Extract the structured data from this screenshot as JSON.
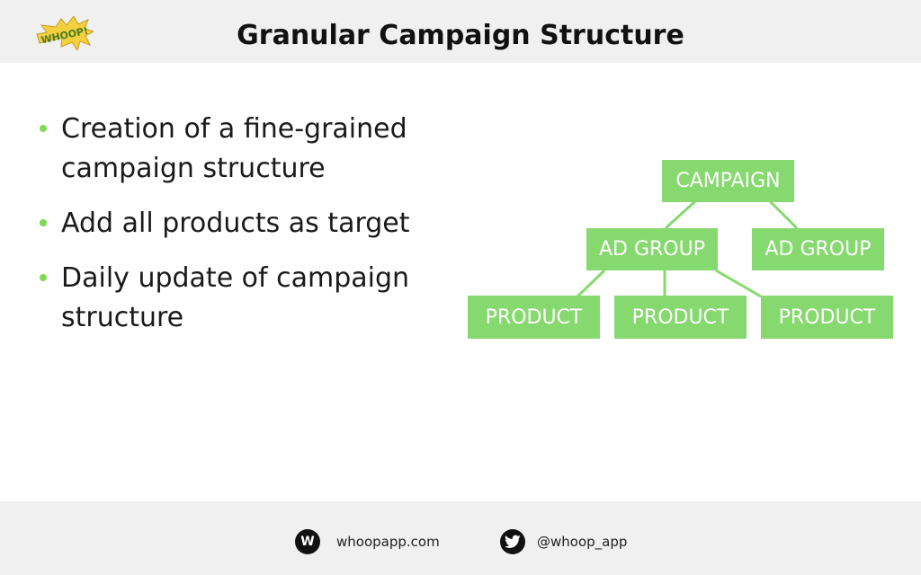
{
  "header": {
    "title": "Granular Campaign Structure",
    "logo_text": "WHOOP!",
    "logo_icon": "whoop-logo-icon"
  },
  "bullets": [
    "Creation of a fine-grained campaign structure",
    "Add all products as target",
    "Daily update of campaign structure"
  ],
  "diagram": {
    "root": "CAMPAIGN",
    "ad_groups": [
      "AD GROUP",
      "AD GROUP"
    ],
    "products": [
      "PRODUCT",
      "PRODUCT",
      "PRODUCT"
    ],
    "node_color": "#86d96e",
    "line_color": "#86d96e"
  },
  "footer": {
    "website_icon_letter": "W",
    "website": "whoopapp.com",
    "twitter_handle": "@whoop_app",
    "website_icon": "whoop-w-icon",
    "twitter_icon": "twitter-bird-icon"
  },
  "colors": {
    "accent": "#7ed957",
    "band": "#f0f0f0"
  }
}
